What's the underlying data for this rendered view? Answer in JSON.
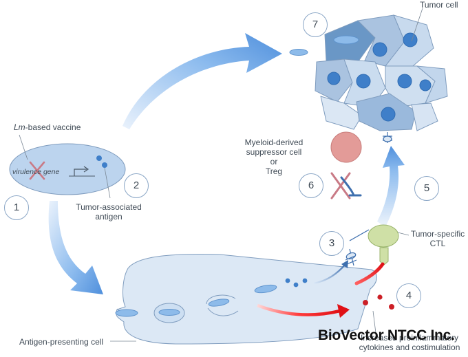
{
  "labels": {
    "tumor_cell": "Tumor cell",
    "vaccine_prefix": "Lm",
    "vaccine_suffix": "-based vaccine",
    "virulence_gene": "virulence gene",
    "taa_line1": "Tumor-associated",
    "taa_line2": "antigen",
    "mdsc_line1": "Myeloid-derived",
    "mdsc_line2": "suppressor cell",
    "mdsc_line3": "or",
    "mdsc_line4": "Treg",
    "ctl_line1": "Tumor-specific",
    "ctl_line2": "CTL",
    "apc": "Antigen-presenting cell",
    "cytokines_line1": "Increased proinflammatory",
    "cytokines_line2": "cytokines and costimulation"
  },
  "steps": [
    "1",
    "2",
    "3",
    "4",
    "5",
    "6",
    "7"
  ],
  "brand_text": "BioVector NTCC Inc.",
  "colors": {
    "cell_fill": "#dce8f5",
    "cell_stroke": "#7f9cbe",
    "nucleus": "#3f7fc9",
    "arrow_blue": "#5f9ce0",
    "arrow_red": "#e8181e",
    "ctl_fill": "#cfe0a6",
    "mdsc_fill": "#e39b98",
    "cross": "#c97a86"
  }
}
